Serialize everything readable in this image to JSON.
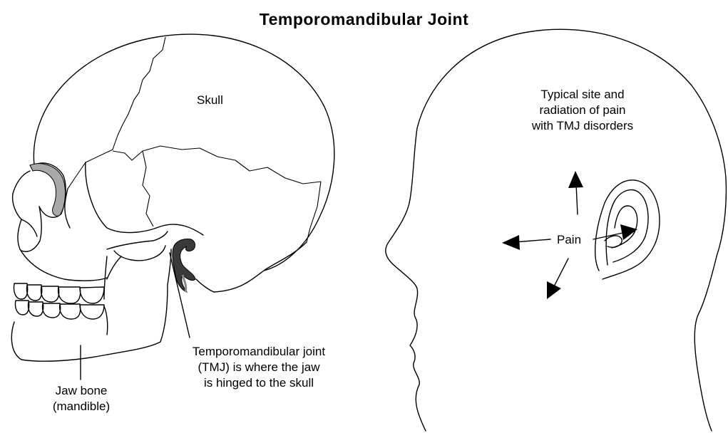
{
  "title": "Temporomandibular Joint",
  "labels": {
    "skull": "Skull",
    "jaw_bone": [
      "Jaw bone",
      "(mandible)"
    ],
    "tmj": [
      "Temporomandibular joint",
      "(TMJ) is where the jaw",
      "is hinged to the skull"
    ],
    "pain_site": [
      "Typical site and",
      "radiation of pain",
      "with TMJ disorders"
    ],
    "pain": "Pain"
  },
  "colors": {
    "outline": "#000000",
    "cheekbone_shade": "#a9a9a9",
    "joint_fill": "#3a3a3a",
    "background": "#ffffff"
  }
}
